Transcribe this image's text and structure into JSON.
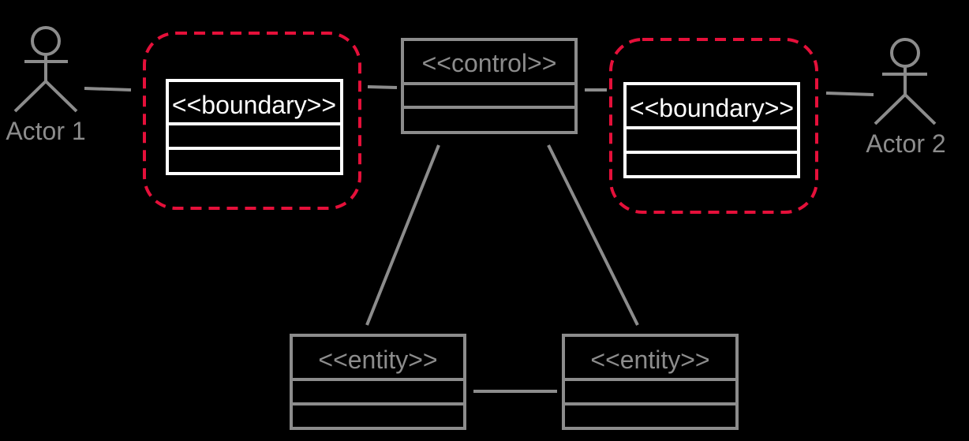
{
  "colors": {
    "background": "#000000",
    "gray": "#8c8c8c",
    "white": "#ffffff",
    "highlight": "#e5103a"
  },
  "actors": [
    {
      "label": "Actor 1",
      "icon": "stick-figure-icon"
    },
    {
      "label": "Actor 2",
      "icon": "stick-figure-icon"
    }
  ],
  "classes": {
    "boundary_left": {
      "stereotype": "<<boundary>>",
      "highlighted": true
    },
    "control": {
      "stereotype": "<<control>>",
      "highlighted": false
    },
    "boundary_right": {
      "stereotype": "<<boundary>>",
      "highlighted": true
    },
    "entity_left": {
      "stereotype": "<<entity>>",
      "highlighted": false
    },
    "entity_right": {
      "stereotype": "<<entity>>",
      "highlighted": false
    }
  }
}
